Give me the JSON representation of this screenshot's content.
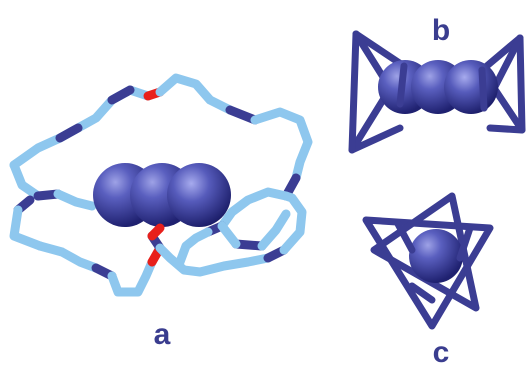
{
  "figure": {
    "panels": [
      {
        "id": "a",
        "label": "a"
      },
      {
        "id": "b",
        "label": "b"
      },
      {
        "id": "c",
        "label": "c"
      }
    ],
    "colors": {
      "dark_blue": "#3b3d93",
      "light_blue": "#8ec7ee",
      "oxygen_red": "#e8201b",
      "sphere_highlight": "#8f93de",
      "sphere_base": "#3b3d93",
      "label": "#3a3d8f"
    }
  }
}
